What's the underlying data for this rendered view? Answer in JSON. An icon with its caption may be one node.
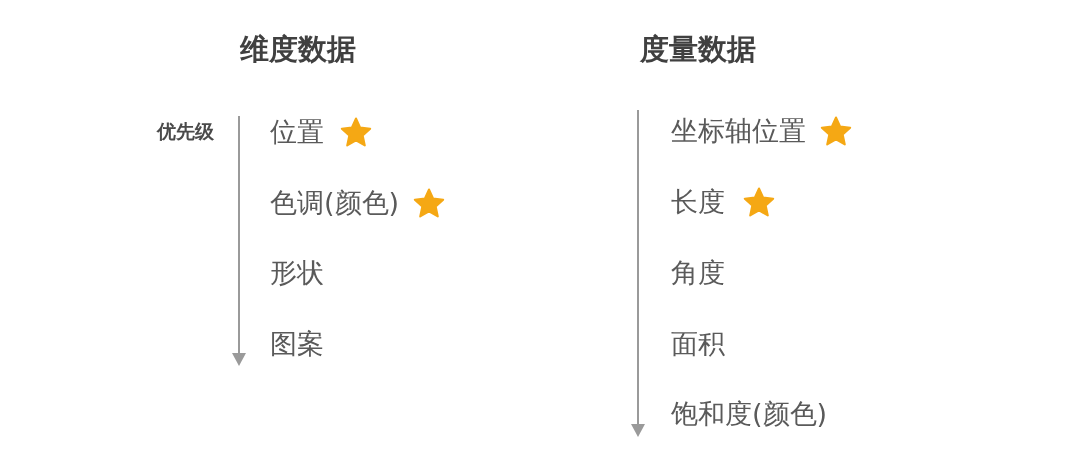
{
  "diagram": {
    "labels": [
      "维度数据",
      "优先级",
      "位置",
      "色调(颜色)",
      "形状",
      "图案",
      "度量数据",
      "坐标轴位置",
      "长度",
      "角度",
      "面积",
      "饱和度(颜色)"
    ]
  }
}
